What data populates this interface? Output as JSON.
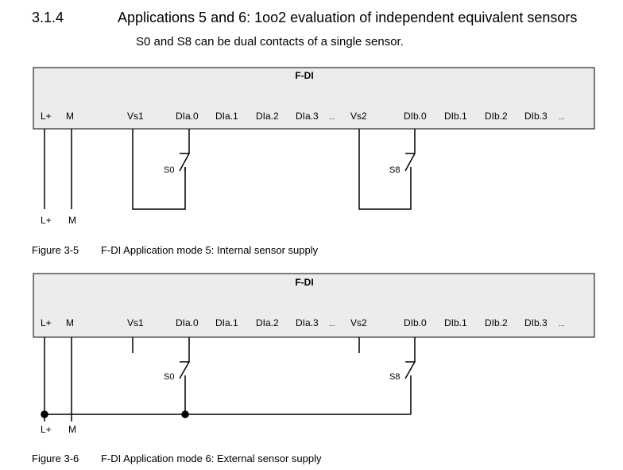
{
  "section": {
    "number": "3.1.4",
    "title": "Applications 5 and 6: 1oo2 evaluation of independent equivalent sensors",
    "subtitle": "S0 and S8 can be dual contacts of a single sensor."
  },
  "module_label": "F-DI",
  "terminals": [
    "L+",
    "M",
    "Vs1",
    "DIa.0",
    "DIa.1",
    "DIa.2",
    "DIa.3",
    "...",
    "Vs2",
    "DIb.0",
    "DIb.1",
    "DIb.2",
    "DIb.3",
    "..."
  ],
  "supply_labels": [
    "L+",
    "M"
  ],
  "sensors": [
    "S0",
    "S8"
  ],
  "figures": [
    {
      "number": "Figure 3-5",
      "caption": "F-DI Application mode 5: Internal sensor supply"
    },
    {
      "number": "Figure 3-6",
      "caption": "F-DI Application mode 6: External sensor supply"
    }
  ]
}
